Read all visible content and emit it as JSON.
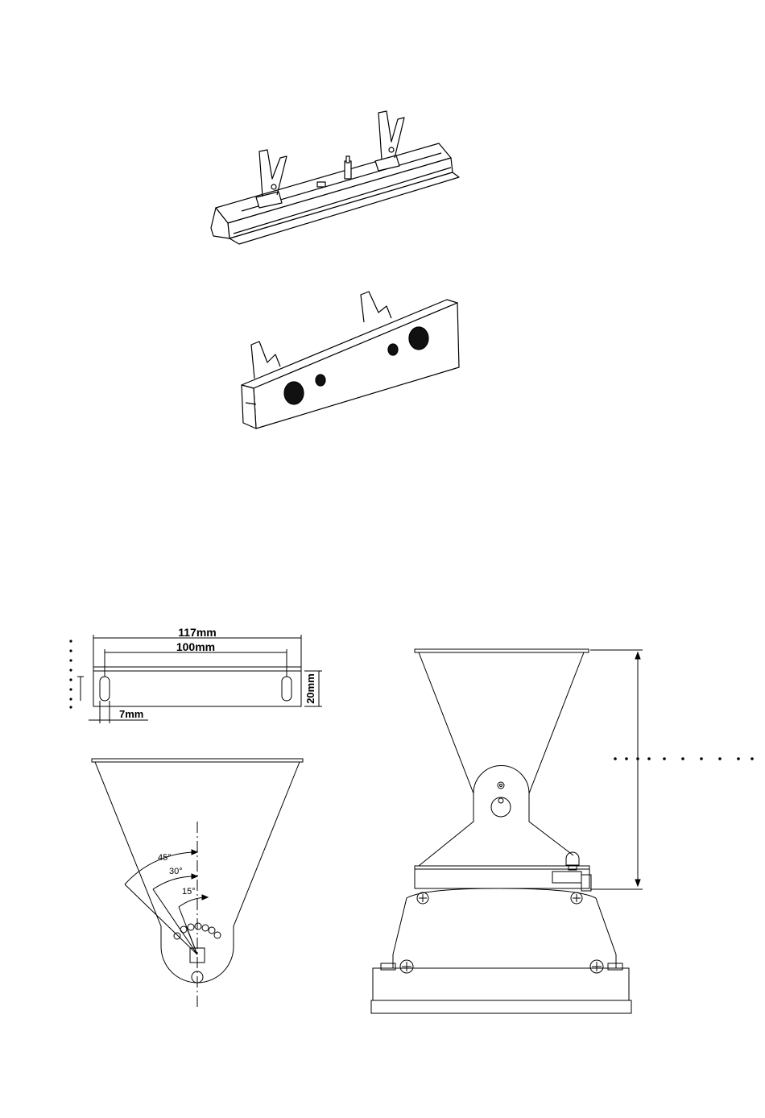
{
  "bracket_dimensions": {
    "overall_width": "117mm",
    "hole_spacing": "100mm",
    "height": "20mm",
    "slot_width": "7mm"
  },
  "tilt_angles": {
    "a45": "45°",
    "a30": "30°",
    "a15": "15°"
  },
  "colors": {
    "line": "#000000",
    "fill_light": "#ffffff",
    "fill_dark": "#111111"
  }
}
